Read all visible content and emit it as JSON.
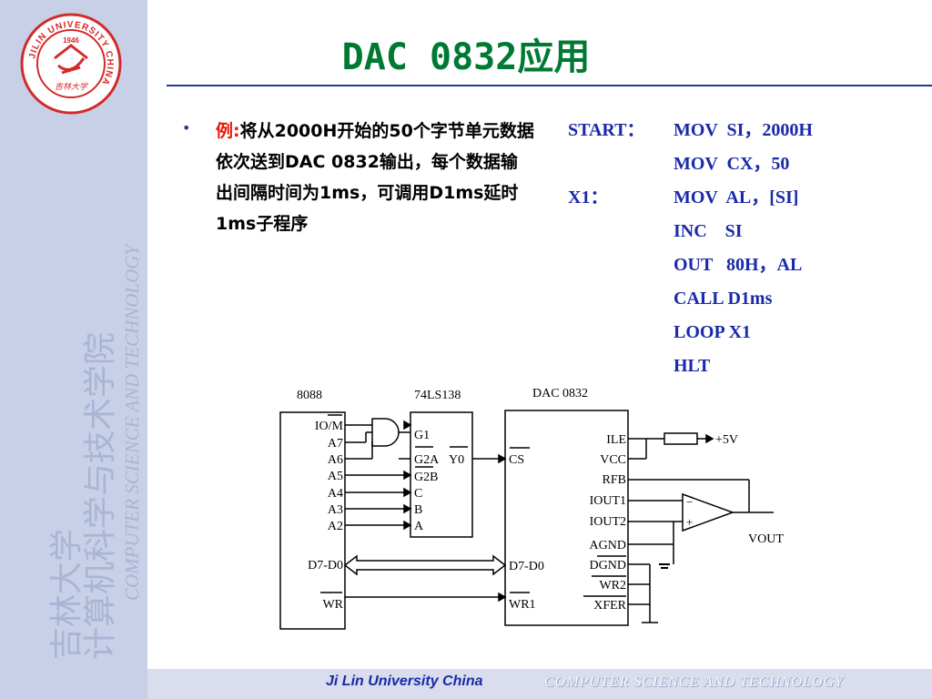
{
  "sidebar": {
    "school_cn": "吉林大学",
    "college_cn": "计算机科学与技术学院",
    "english": "COMPUTER SCIENCE AND TECHNOLOGY",
    "logo": {
      "ring_text": "JILIN UNIVERSITY CHINA",
      "year": "1946",
      "motto": "吉林大学",
      "color": "#d42a2a"
    }
  },
  "slide": {
    "title": "DAC 0832应用",
    "task_lead": "例:",
    "task_text": "将从2000H开始的50个字节单元数据依次送到DAC 0832输出，每个数据输出间隔时间为1ms，可调用D1ms延时1ms子程序",
    "title_color": "#007a33"
  },
  "code": [
    {
      "label": "START：",
      "instr": "MOV  SI，2000H"
    },
    {
      "label": "",
      "instr": "MOV  CX，50"
    },
    {
      "label": "X1：",
      "instr": "MOV  AL，[SI]"
    },
    {
      "label": "",
      "instr": "INC    SI"
    },
    {
      "label": "",
      "instr": "OUT   80H，AL"
    },
    {
      "label": "",
      "instr": "CALL D1ms"
    },
    {
      "label": "",
      "instr": "LOOP X1"
    },
    {
      "label": "",
      "instr": "HLT"
    }
  ],
  "circuit": {
    "cpu": {
      "name": "8088",
      "pins": [
        "IO/M",
        "A7",
        "A6",
        "A5",
        "A4",
        "A3",
        "A2"
      ],
      "data_bus": "D7-D0",
      "wr": "WR"
    },
    "decoder": {
      "name": "74LS138",
      "inputs": [
        "G1",
        "G2A",
        "G2B",
        "C",
        "B",
        "A"
      ],
      "output": "Y0"
    },
    "dac": {
      "name": "DAC 0832",
      "left_pins": [
        "CS",
        "D7-D0",
        "WR1"
      ],
      "right_pins": [
        "ILE",
        "VCC",
        "RFB",
        "IOUT1",
        "IOUT2",
        "AGND",
        "DGND",
        "WR2",
        "XFER"
      ]
    },
    "supply": "+5V",
    "output": "VOUT"
  },
  "footer": {
    "left": "Ji Lin University China",
    "right": "COMPUTER   SCIENCE  AND  TECHNOLOGY"
  }
}
